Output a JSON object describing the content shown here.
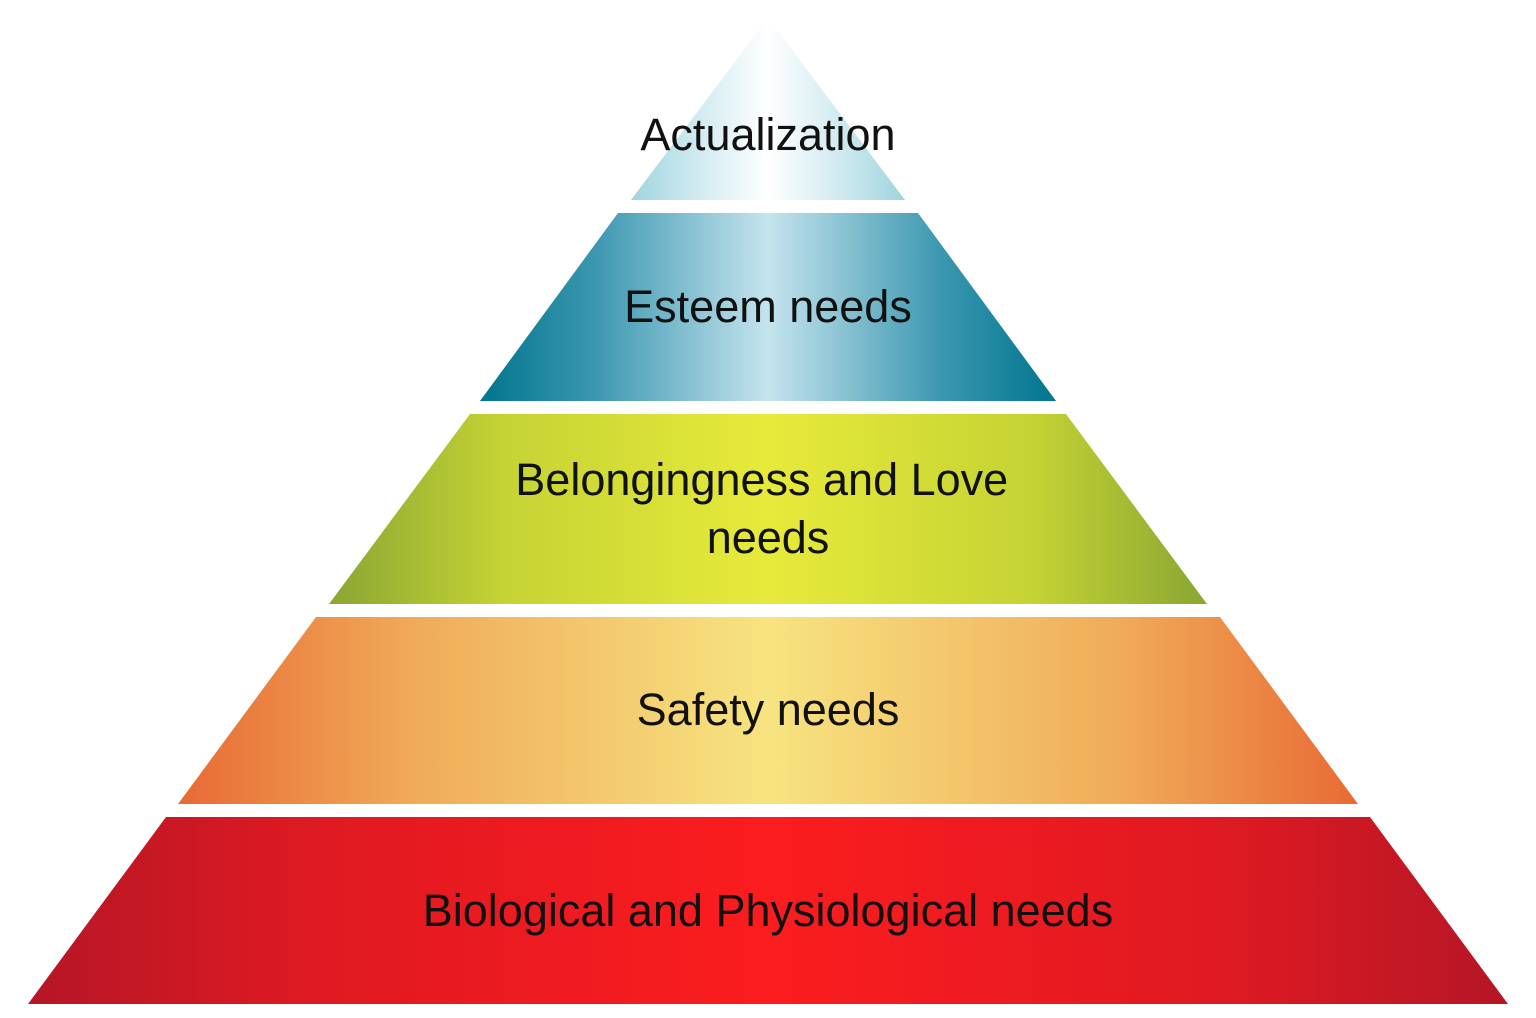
{
  "diagram": {
    "type": "pyramid",
    "tiers": [
      {
        "id": "actualization",
        "lines": [
          "Actualization"
        ],
        "colors": {
          "center": "#ffffff",
          "mid": "#c9e7ee",
          "edge": "#9fd4de"
        }
      },
      {
        "id": "esteem",
        "lines": [
          "Esteem needs"
        ],
        "colors": {
          "center": "#c5e4ee",
          "mid": "#3c97b0",
          "edge": "#00758e"
        }
      },
      {
        "id": "belongingness",
        "lines": [
          "Belongingness and Love",
          "needs"
        ],
        "colors": {
          "center": "#e7ea3a",
          "mid": "#c5d334",
          "edge": "#8aa633"
        }
      },
      {
        "id": "safety",
        "lines": [
          "Safety needs"
        ],
        "colors": {
          "center": "#f7e480",
          "mid": "#f0ab58",
          "edge": "#e86a35"
        }
      },
      {
        "id": "biological",
        "lines": [
          "Biological and Physiological needs"
        ],
        "colors": {
          "center": "#fb1c1e",
          "mid": "#e01a22",
          "edge": "#b51626"
        }
      }
    ]
  }
}
